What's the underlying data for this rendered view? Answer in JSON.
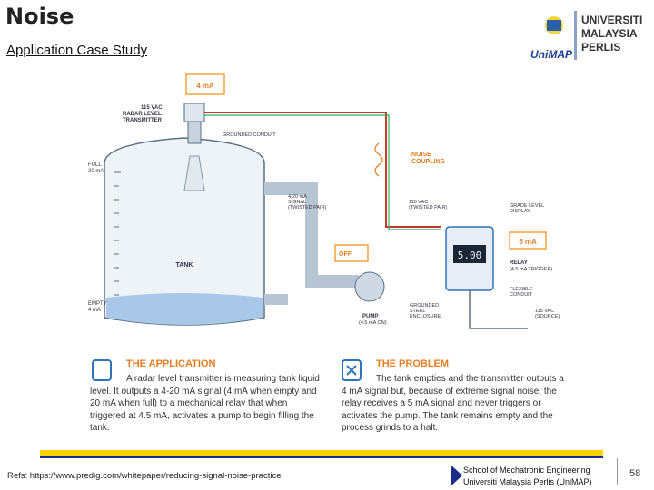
{
  "header": {
    "title": "Noise",
    "subtitle": "Application Case Study",
    "logo_text": [
      "UNIVERSITI",
      "MALAYSIA",
      "PERLIS"
    ],
    "logo_brand": "UniMAP"
  },
  "diagram": {
    "transmitter_signal": "4 mA",
    "transmitter_label": [
      "115 VAC",
      "RADAR LEVEL",
      "TRANSMITTER"
    ],
    "grounded_conduit": "GROUNDED CONDUIT",
    "noise_coupling": [
      "NOISE",
      "COUPLING"
    ],
    "full_label": [
      "FULL",
      "20 mA"
    ],
    "empty_label": [
      "EMPTY",
      "4 mA"
    ],
    "tank_label": "TANK",
    "signal_pair": [
      "4-20 mA",
      "SIGNAL",
      "(TWISTED PAIR)"
    ],
    "power_pair": [
      "115 VAC",
      "(TWISTED PAIR)"
    ],
    "grade_level": [
      "GRADE LEVEL",
      "DISPLAY"
    ],
    "relay_signal": "5 mA",
    "display_value": "5.00",
    "relay_label": [
      "RELAY",
      "(4.5 mA TRIGGER)"
    ],
    "flexible_conduit": [
      "FLEXIBLE",
      "CONDUIT"
    ],
    "off_label": "OFF",
    "grounded_steel": [
      "GROUNDED",
      "STEEL",
      "ENCLOSURE"
    ],
    "pump_label": [
      "PUMP",
      "(4.5 mA ON)"
    ],
    "source_label": [
      "115 VAC",
      "(SOURCE)"
    ]
  },
  "application": {
    "title": "THE APPLICATION",
    "lines": [
      "A radar level transmitter is measuring tank liquid",
      "level. It outputs a 4-20 mA signal (4 mA when empty and",
      "20 mA when full) to a mechanical relay that when",
      "triggered at 4.5 mA, activates a pump to begin filling the",
      "tank."
    ]
  },
  "problem": {
    "title": "THE PROBLEM",
    "lines": [
      "The tank empties and the transmitter outputs a",
      "4 mA signal but, because of extreme signal noise, the",
      "relay receives a 5 mA signal and never triggers or",
      "activates the pump. The tank remains empty and the",
      "process grinds to a halt."
    ]
  },
  "footer": {
    "refs": "Refs: https://www.predig.com/whitepaper/reducing-signal-noise-practice",
    "school_line1": "School of Mechatronic Engineering",
    "school_line2": "Universiti Malaysia Perlis (UniMAP)",
    "page": "58"
  }
}
